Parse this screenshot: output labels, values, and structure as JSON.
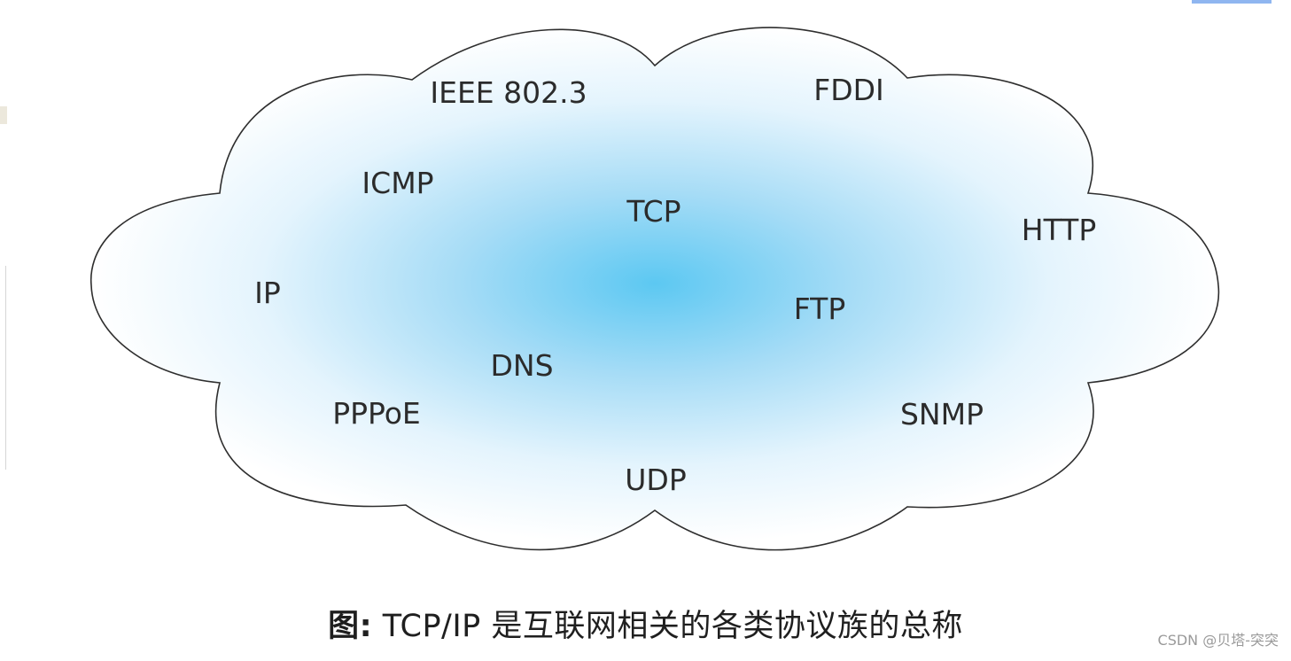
{
  "diagram": {
    "protocols": [
      {
        "key": "ieee",
        "label": "IEEE 802.3"
      },
      {
        "key": "fddi",
        "label": "FDDI"
      },
      {
        "key": "icmp",
        "label": "ICMP"
      },
      {
        "key": "tcp",
        "label": "TCP"
      },
      {
        "key": "http",
        "label": "HTTP"
      },
      {
        "key": "ip",
        "label": "IP"
      },
      {
        "key": "ftp",
        "label": "FTP"
      },
      {
        "key": "dns",
        "label": "DNS"
      },
      {
        "key": "pppoe",
        "label": "PPPoE"
      },
      {
        "key": "snmp",
        "label": "SNMP"
      },
      {
        "key": "udp",
        "label": "UDP"
      }
    ],
    "caption_prefix": "图:",
    "caption_body": " TCP/IP 是互联网相关的各类协议族的总称",
    "colors": {
      "cloud_center": "#5cc8f2",
      "cloud_edge": "#ffffff",
      "outline": "#2e2e2e",
      "text": "#2b2b2b"
    }
  },
  "watermark": "CSDN @贝塔-突突"
}
